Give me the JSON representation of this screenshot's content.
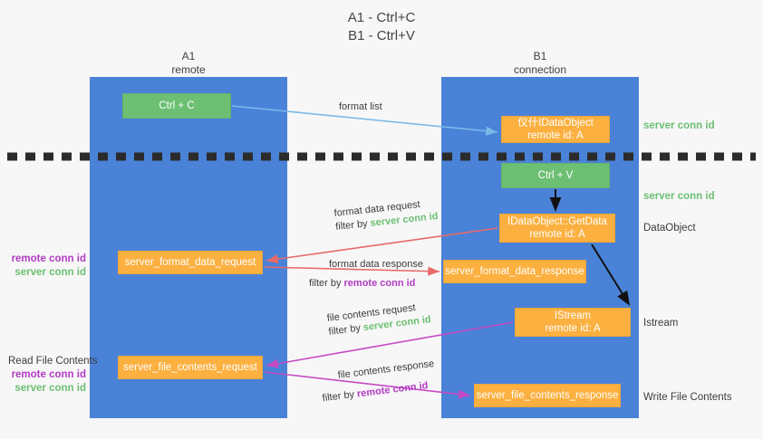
{
  "title": {
    "line1": "A1 - Ctrl+C",
    "line2": "B1 - Ctrl+V"
  },
  "lanes": [
    {
      "id": "A1",
      "name": "A1",
      "subtitle": "remote",
      "color": "#4a82d8"
    },
    {
      "id": "B1",
      "name": "B1",
      "subtitle": "connection",
      "color": "#4a82d8"
    }
  ],
  "colors": {
    "background": "#f7f7f7",
    "lane": "#4a82d8",
    "box_orange": "#fbb040",
    "box_green": "#6cbf73",
    "server_conn_id": "#6cbf73",
    "remote_conn_id": "#b23cc4",
    "arrow_blue": "#7ab8e8",
    "arrow_red": "#e86a6a",
    "arrow_magenta": "#c44bc4",
    "arrow_black": "#000000",
    "divider": "#2b2b2b"
  },
  "boxes": {
    "ctrl_c": {
      "label": "Ctrl + C",
      "kind": "green"
    },
    "iface_dataobject": {
      "line1": "仪什IDataObject",
      "line2": "remote id: A",
      "kind": "orange"
    },
    "ctrl_v": {
      "label": "Ctrl + V",
      "kind": "green"
    },
    "getdata": {
      "line1": "IDataObject::GetData",
      "line2": "remote id: A",
      "kind": "orange"
    },
    "format_data_request": {
      "label": "server_format_data_request",
      "kind": "orange"
    },
    "format_data_response": {
      "label": "server_format_data_response",
      "kind": "orange"
    },
    "istream": {
      "line1": "IStream",
      "line2": "remote id: A",
      "kind": "orange"
    },
    "file_contents_request": {
      "label": "server_file_contents_request",
      "kind": "orange"
    },
    "file_contents_response": {
      "label": "server_file_contents_response",
      "kind": "orange"
    }
  },
  "edge_captions": {
    "format_list": "format list",
    "format_data_request": "format data request",
    "format_data_response": "format data response",
    "file_contents_request": "file contents request",
    "file_contents_response": "file contents response",
    "filter_by": "filter by",
    "server_conn_id": "server conn id",
    "remote_conn_id": "remote conn id"
  },
  "side_labels": {
    "right": [
      {
        "text": "server conn id",
        "style": "green"
      },
      {
        "text": "server conn id",
        "style": "green"
      },
      {
        "text": "DataObject",
        "style": "dark"
      },
      {
        "text": "Istream",
        "style": "dark"
      },
      {
        "text": "Write File Contents",
        "style": "dark"
      }
    ],
    "left_group_1": {
      "remote": "remote conn id",
      "server": "server conn id"
    },
    "left_group_2": {
      "heading": "Read File Contents",
      "remote": "remote conn id",
      "server": "server conn id"
    }
  }
}
